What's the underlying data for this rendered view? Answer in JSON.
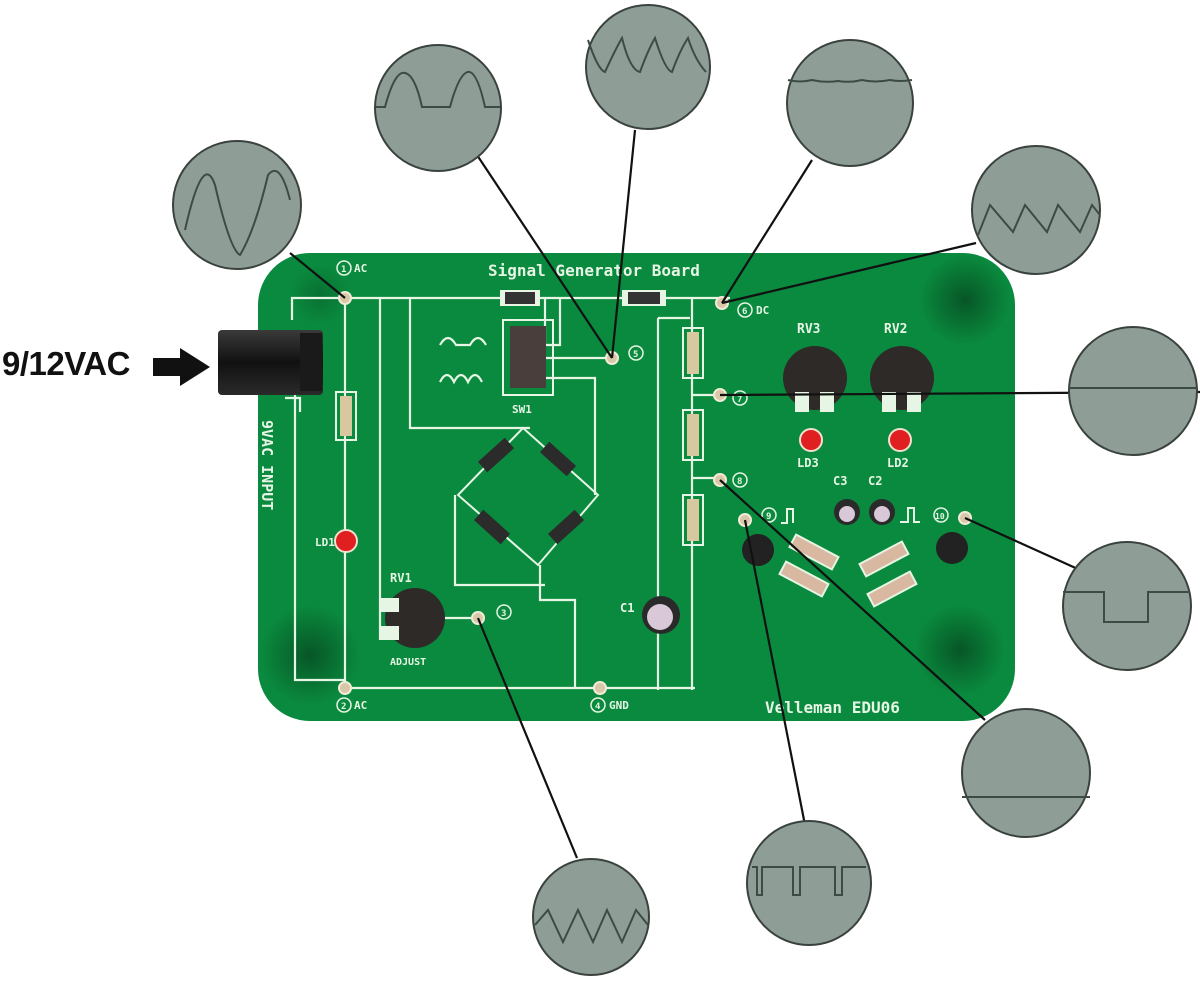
{
  "input": {
    "label": "9/12VAC",
    "arrow_icon": "right-arrow-icon"
  },
  "board": {
    "title": "Signal Generator Board",
    "brand": "Velleman EDU06",
    "side_label": "9VAC INPUT",
    "color": "#0a8a3e",
    "silk_color": "#e6f5e4",
    "test_points": [
      {
        "num": "1",
        "label": "AC"
      },
      {
        "num": "2",
        "label": "AC"
      },
      {
        "num": "3",
        "label": "~"
      },
      {
        "num": "4",
        "label": "GND"
      },
      {
        "num": "5",
        "label": "≈"
      },
      {
        "num": "6",
        "label": "DC"
      },
      {
        "num": "7",
        "label": ""
      },
      {
        "num": "8",
        "label": ""
      },
      {
        "num": "9",
        "label": "⎍"
      },
      {
        "num": "10",
        "label": "⎍"
      }
    ],
    "components": {
      "sw1": "SW1",
      "rv1": "RV1",
      "rv1_sub": "ADJUST",
      "rv2": "RV2",
      "rv3": "RV3",
      "ld1": "LD1",
      "ld2": "LD2",
      "ld3": "LD3",
      "c1": "C1",
      "c2": "C2",
      "c3": "C3"
    }
  },
  "scopes": [
    {
      "id": "tp1",
      "waveform": "sine"
    },
    {
      "id": "tp2-rectified",
      "waveform": "half-wave rectified"
    },
    {
      "id": "tp5",
      "waveform": "full-wave rectified"
    },
    {
      "id": "tp6",
      "waveform": "DC with ripple"
    },
    {
      "id": "sawtooth",
      "waveform": "sawtooth"
    },
    {
      "id": "tp7",
      "waveform": "flat DC"
    },
    {
      "id": "tp10",
      "waveform": "square"
    },
    {
      "id": "tp8",
      "waveform": "flat DC (low)"
    },
    {
      "id": "tp9",
      "waveform": "pulse"
    },
    {
      "id": "tp3",
      "waveform": "triangle"
    }
  ]
}
